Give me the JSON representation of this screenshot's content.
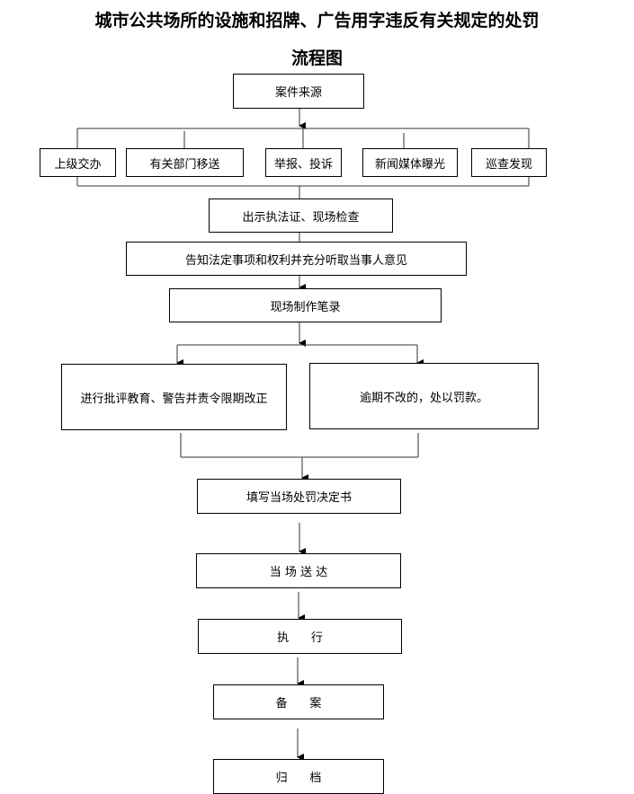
{
  "title": {
    "line1": "城市公共场所的设施和招牌、广告用字违反有关规定的处罚",
    "line2": "流程图"
  },
  "nodes": {
    "source": "案件来源",
    "sources": [
      "上级交办",
      "有关部门移送",
      "举报、投诉",
      "新闻媒体曝光",
      "巡查发现"
    ],
    "show_id": "出示执法证、现场检查",
    "inform": "告知法定事项和权利并充分听取当事人意见",
    "record": "现场制作笔录",
    "branch_left": "进行批评教育、警告并责令限期改正",
    "branch_right": "逾期不改的，处以罚款。",
    "decision": "填写当场处罚决定书",
    "deliver": "当 场 送 达",
    "execute": "执      行",
    "file": "备      案",
    "archive": "归      档"
  }
}
